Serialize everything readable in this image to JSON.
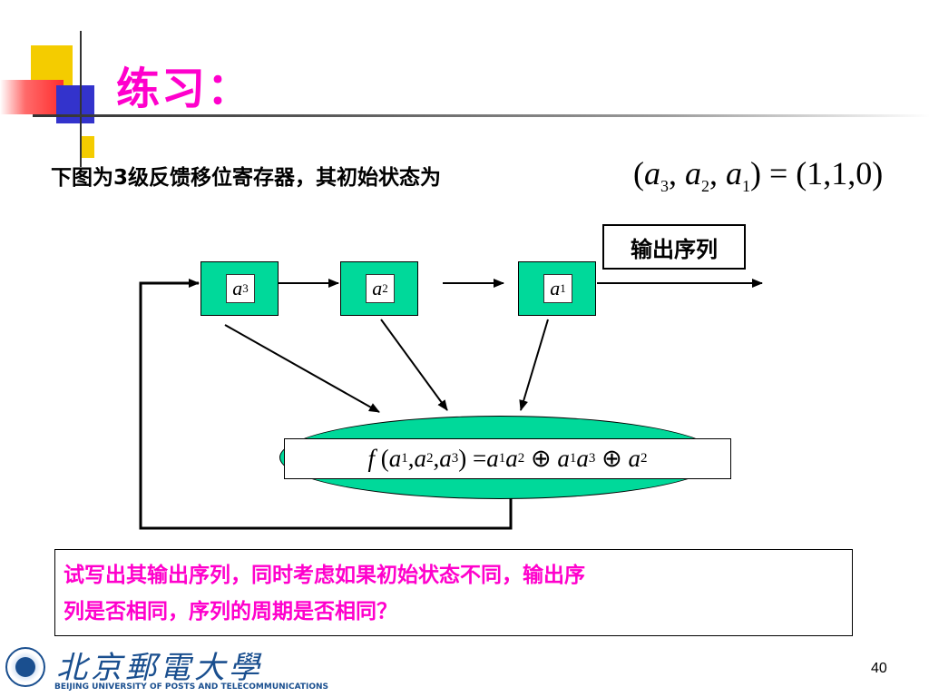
{
  "slide": {
    "title": "练习：",
    "page_number": "40"
  },
  "problem": {
    "text": "下图为3级反馈移位寄存器，其初始状态为",
    "init_state": {
      "lhs_a3": "a",
      "lhs_a3_sub": "3",
      "lhs_a2": "a",
      "lhs_a2_sub": "2",
      "lhs_a1": "a",
      "lhs_a1_sub": "1",
      "rhs": "(1,1,0)"
    }
  },
  "diagram": {
    "output_label": "输出序列",
    "registers": [
      {
        "var": "a",
        "sub": "3"
      },
      {
        "var": "a",
        "sub": "2"
      },
      {
        "var": "a",
        "sub": "1"
      }
    ],
    "feedback_function": {
      "lhs": "f",
      "args": [
        {
          "var": "a",
          "sub": "1"
        },
        {
          "var": "a",
          "sub": "2"
        },
        {
          "var": "a",
          "sub": "3"
        }
      ],
      "terms": [
        [
          {
            "var": "a",
            "sub": "1"
          },
          {
            "var": "a",
            "sub": "2"
          }
        ],
        [
          {
            "var": "a",
            "sub": "1"
          },
          {
            "var": "a",
            "sub": "3"
          }
        ],
        [
          {
            "var": "a",
            "sub": "2"
          }
        ]
      ],
      "operator": "⊕"
    }
  },
  "question": {
    "line1": "试写出其输出序列，同时考虑如果初始状态不同，输出序",
    "line2": "列是否相同，序列的周期是否相同？"
  },
  "logo": {
    "chinese_name": "北京郵電大學",
    "english_name": "BEIJING UNIVERSITY OF POSTS AND TELECOMMUNICATIONS"
  },
  "colors": {
    "title": "#ff00cc",
    "register_fill": "#00d99a",
    "accent_yellow": "#f4cc00",
    "accent_blue": "#3333cc",
    "logo_blue": "#1a4f8f"
  }
}
